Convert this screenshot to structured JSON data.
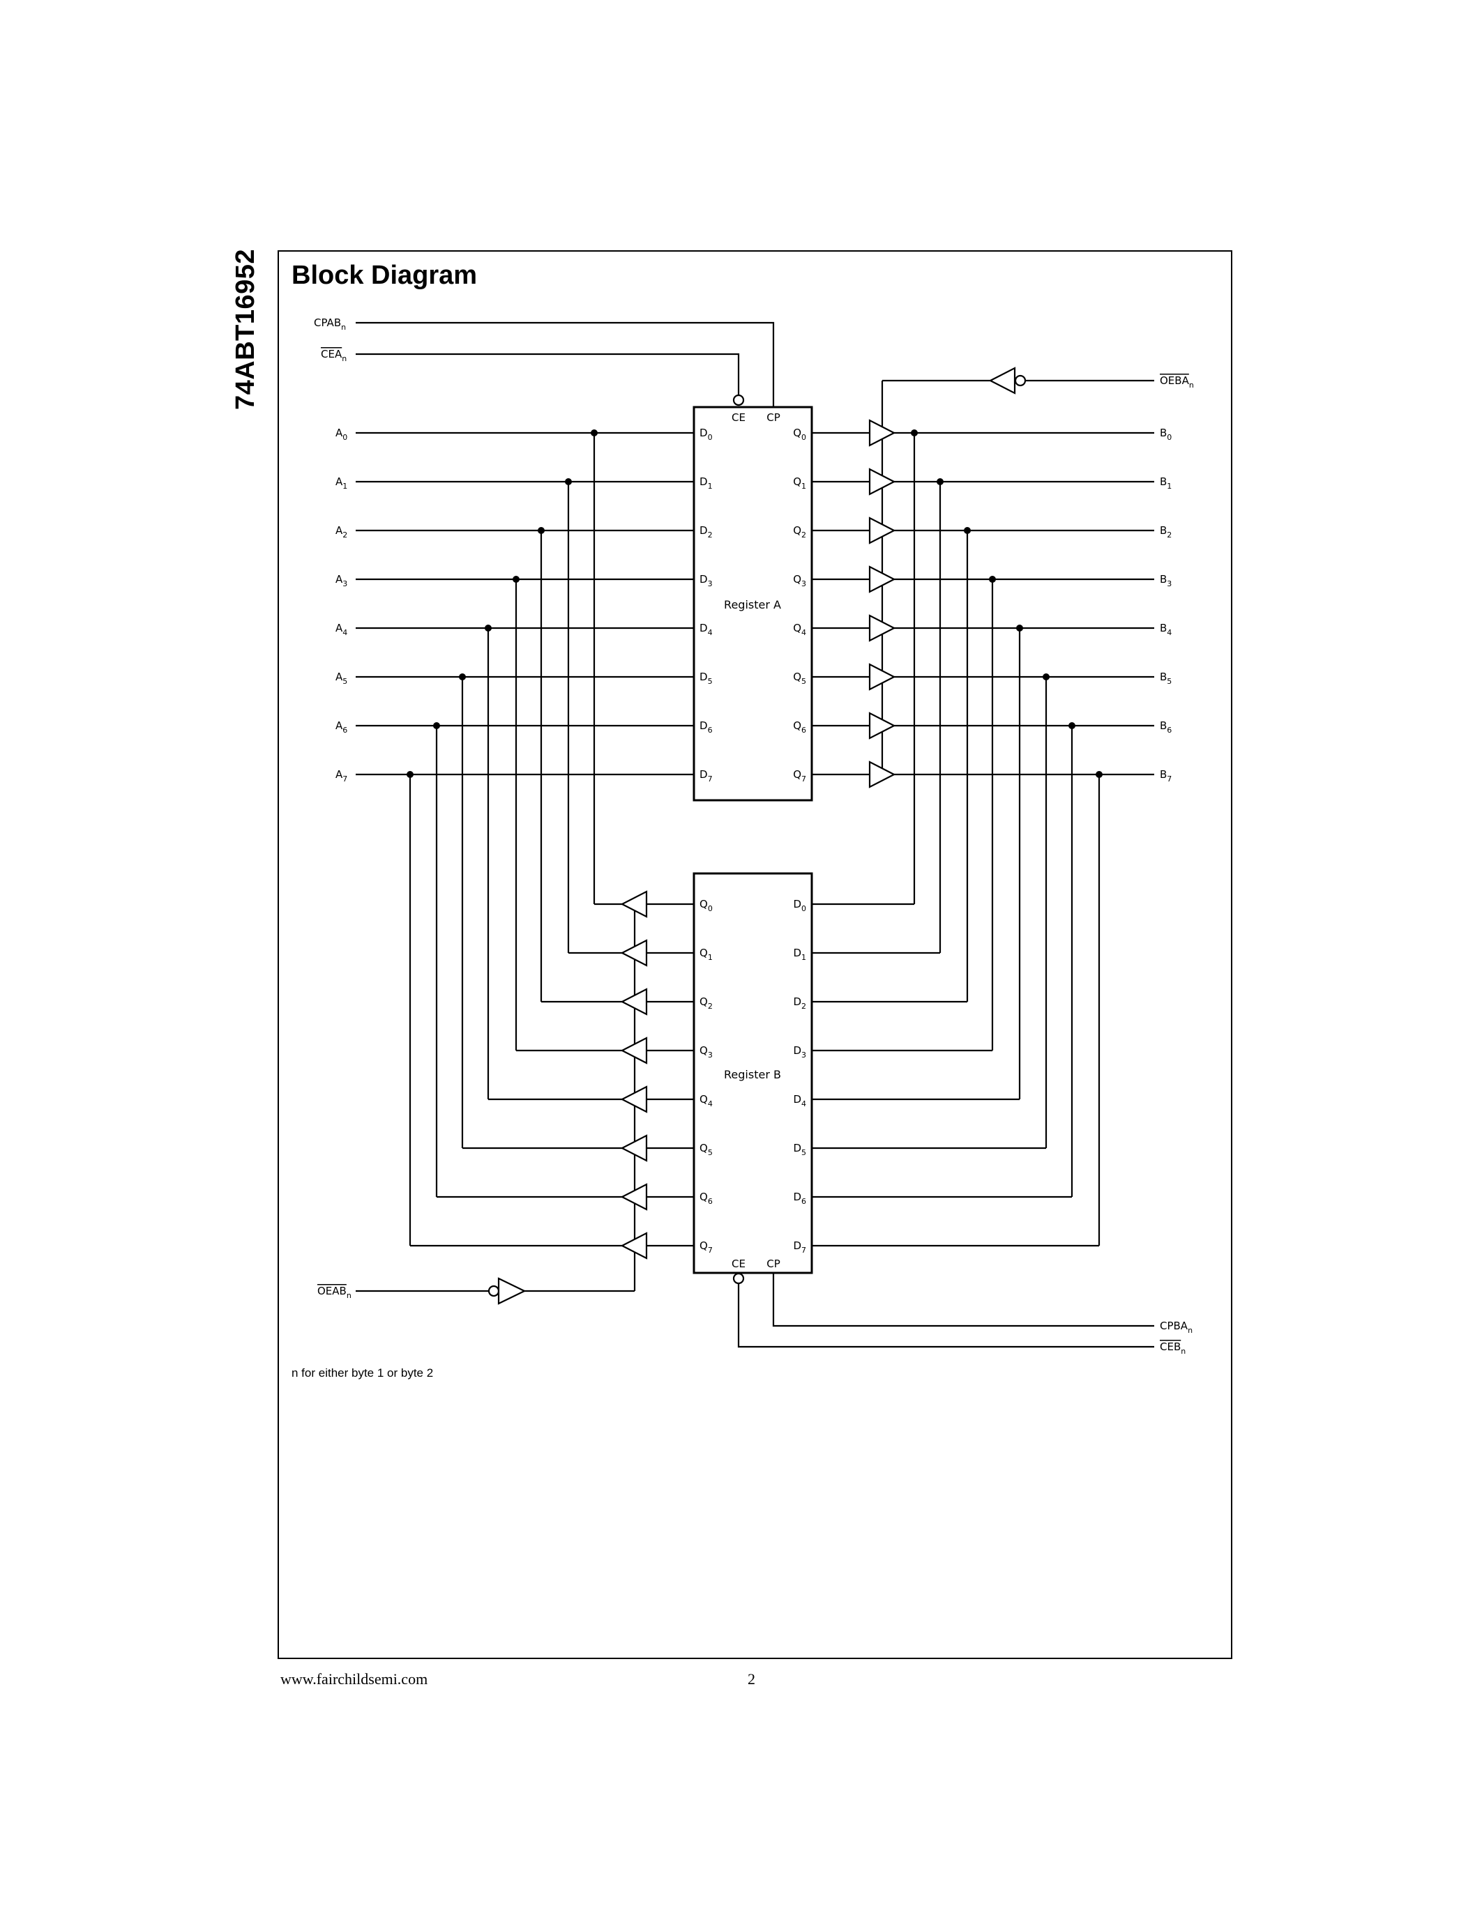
{
  "side_title": "74ABT16952",
  "heading": "Block Diagram",
  "note": "n for either byte 1 or byte 2",
  "footer": {
    "url": "www.fairchildsemi.com",
    "page": "2"
  },
  "signals": {
    "cpab": {
      "base": "CPAB",
      "sub": "n"
    },
    "cea": {
      "base": "CEA",
      "sub": "n"
    },
    "oeba": {
      "base": "OEBA",
      "sub": "n"
    },
    "oeab": {
      "base": "OEAB",
      "sub": "n"
    },
    "cpba": {
      "base": "CPBA",
      "sub": "n"
    },
    "ceb": {
      "base": "CEB",
      "sub": "n"
    }
  },
  "register_a": {
    "label": "Register A",
    "ce": "CE",
    "cp": "CP",
    "in_prefix": "D",
    "out_prefix": "Q"
  },
  "register_b": {
    "label": "Register B",
    "ce": "CE",
    "cp": "CP",
    "in_prefix": "D",
    "out_prefix": "Q"
  },
  "a_pins": [
    {
      "base": "A",
      "sub": "0"
    },
    {
      "base": "A",
      "sub": "1"
    },
    {
      "base": "A",
      "sub": "2"
    },
    {
      "base": "A",
      "sub": "3"
    },
    {
      "base": "A",
      "sub": "4"
    },
    {
      "base": "A",
      "sub": "5"
    },
    {
      "base": "A",
      "sub": "6"
    },
    {
      "base": "A",
      "sub": "7"
    }
  ],
  "b_pins": [
    {
      "base": "B",
      "sub": "0"
    },
    {
      "base": "B",
      "sub": "1"
    },
    {
      "base": "B",
      "sub": "2"
    },
    {
      "base": "B",
      "sub": "3"
    },
    {
      "base": "B",
      "sub": "4"
    },
    {
      "base": "B",
      "sub": "5"
    },
    {
      "base": "B",
      "sub": "6"
    },
    {
      "base": "B",
      "sub": "7"
    }
  ],
  "bit_indices": [
    "0",
    "1",
    "2",
    "3",
    "4",
    "5",
    "6",
    "7"
  ]
}
